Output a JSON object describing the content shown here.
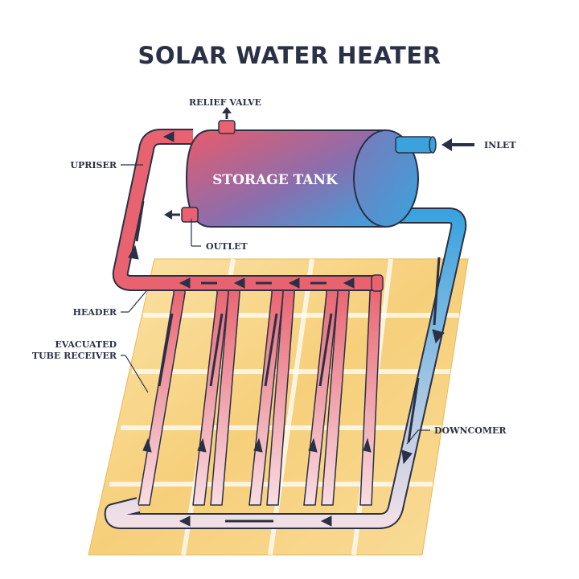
{
  "title": "SOLAR WATER HEATER",
  "tank_label": "STORAGE TANK",
  "labels": {
    "relief_valve": "RELIEF VALVE",
    "inlet": "INLET",
    "upriser": "UPRISER",
    "outlet": "OUTLET",
    "header": "HEADER",
    "evacuated_tube_receiver_line1": "EVACUATED",
    "evacuated_tube_receiver_line2": "TUBE RECEIVER",
    "downcomer": "DOWNCOMER"
  },
  "colors": {
    "hot": "#e8636f",
    "cold": "#3aa3de",
    "outline": "#2a3046",
    "panel": "#f6cf7a"
  }
}
